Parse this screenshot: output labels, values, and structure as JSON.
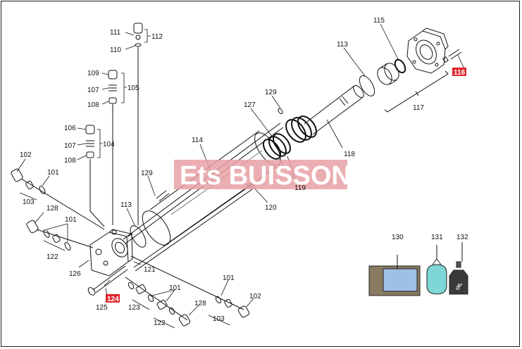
{
  "watermark": "Ets BUISSON",
  "callouts": {
    "c102a": "102",
    "c101a": "101",
    "c103a": "103",
    "c128a": "128",
    "c101b": "101",
    "c122a": "122",
    "c126": "126",
    "c125": "125",
    "c124": "124",
    "c111": "111",
    "c110": "110",
    "c112": "112",
    "c109": "109",
    "c107a": "107",
    "c108a": "108",
    "c105": "105",
    "c106": "106",
    "c107b": "107",
    "c108b": "108",
    "c104": "104",
    "c129a": "129",
    "c113a": "113",
    "c114": "114",
    "c121": "121",
    "c127": "127",
    "c129b": "129",
    "c119": "119",
    "c120": "120",
    "c118": "118",
    "c113b": "113",
    "c115": "115",
    "c116": "116",
    "c117": "117",
    "c123": "123",
    "c101c": "101",
    "c128b": "128",
    "c122b": "122",
    "c101d": "101",
    "c102b": "102",
    "c103b": "103",
    "c130": "130",
    "c131": "131",
    "c132": "132"
  },
  "highlight_color": "#e0262d",
  "watermark_color": "#e8a0a4",
  "icons": [
    "grease-bucket-icon",
    "oil-bottle-icon"
  ],
  "oil_label": "OIL"
}
